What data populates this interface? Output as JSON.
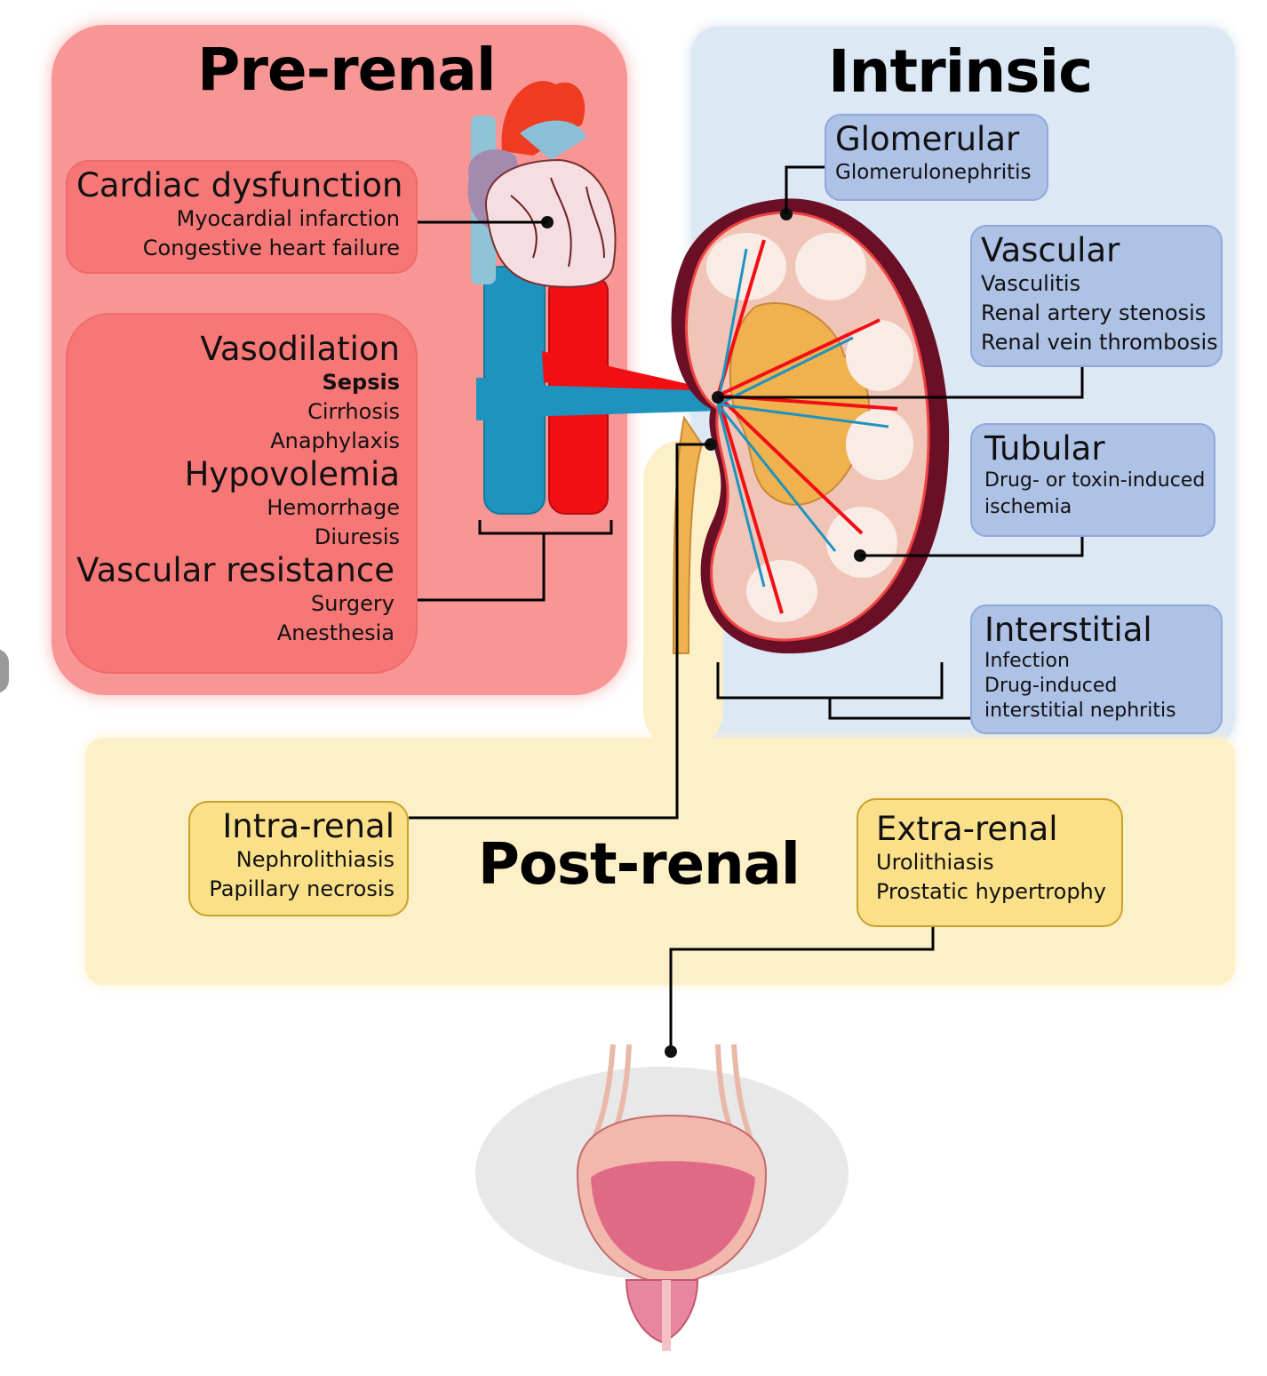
{
  "prerenal": {
    "title": "Pre-renal",
    "color": "#f89595",
    "cardiac": {
      "heading": "Cardiac dysfunction",
      "items": [
        "Myocardial infarction",
        "Congestive heart failure"
      ]
    },
    "vasodilation": {
      "heading": "Vasodilation",
      "items": [
        "Sepsis",
        "Cirrhosis",
        "Anaphylaxis"
      ]
    },
    "hypovolemia": {
      "heading": "Hypovolemia",
      "items": [
        "Hemorrhage",
        "Diuresis"
      ]
    },
    "vascular_resistance": {
      "heading": "Vascular resistance",
      "items": [
        "Surgery",
        "Anesthesia"
      ]
    }
  },
  "intrinsic": {
    "title": "Intrinsic",
    "color": "#dde8f5",
    "glomerular": {
      "heading": "Glomerular",
      "items": [
        "Glomerulonephritis"
      ]
    },
    "vascular": {
      "heading": "Vascular",
      "items": [
        "Vasculitis",
        "Renal artery stenosis",
        "Renal vein thrombosis"
      ]
    },
    "tubular": {
      "heading": "Tubular",
      "items": [
        "Drug- or toxin-induced",
        "ischemia"
      ]
    },
    "interstitial": {
      "heading": "Interstitial",
      "items": [
        "Infection",
        "Drug-induced",
        "interstitial nephritis"
      ]
    }
  },
  "postrenal": {
    "title": "Post-renal",
    "color": "#fdf0c8",
    "intra_renal": {
      "heading": "Intra-renal",
      "items": [
        "Nephrolithiasis",
        "Papillary necrosis"
      ]
    },
    "extra_renal": {
      "heading": "Extra-renal",
      "items": [
        "Urolithiasis",
        "Prostatic hypertrophy"
      ]
    }
  },
  "illustrations": [
    "heart-icon",
    "aorta-vena-cava-icon",
    "kidney-icon",
    "bladder-icon"
  ]
}
